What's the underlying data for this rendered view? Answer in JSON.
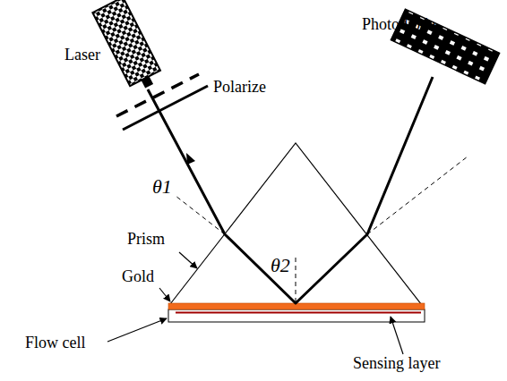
{
  "diagram": {
    "labels": [
      "Laser",
      "Polarize",
      "Photodiode",
      "θ1",
      "θ2",
      "Prism",
      "Gold",
      "Flow cell",
      "Sensing layer"
    ]
  }
}
